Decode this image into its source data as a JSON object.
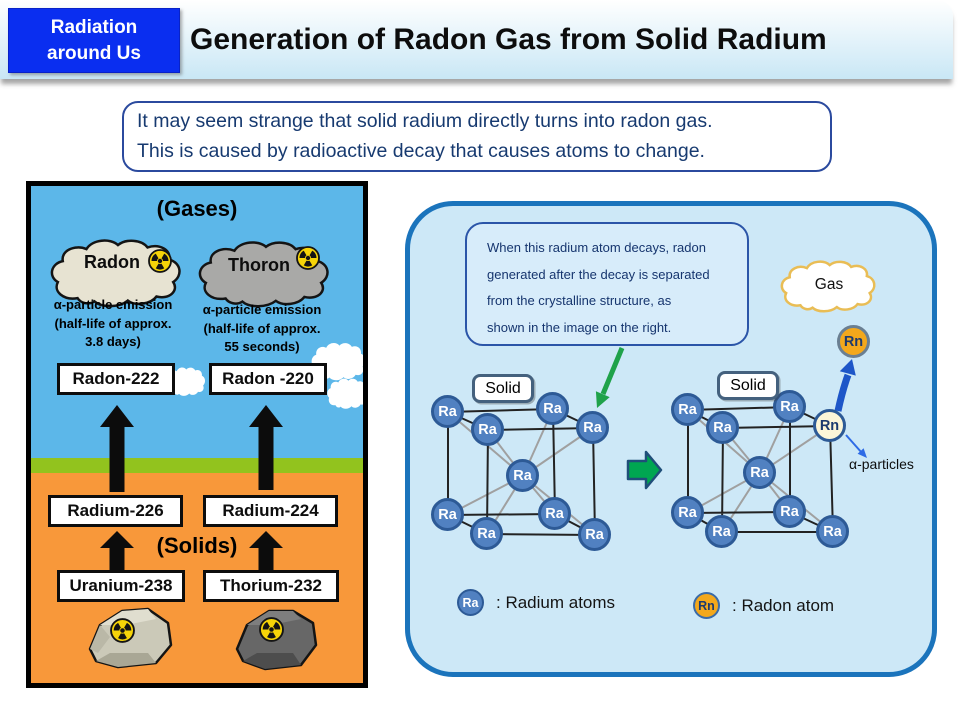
{
  "header": {
    "brand_line1": "Radiation",
    "brand_line2": "around Us",
    "title": "Generation of Radon Gas from Solid Radium"
  },
  "intro": {
    "line1": "It may seem strange that solid radium directly turns into radon gas.",
    "line2": "This is caused by radioactive decay that causes atoms to change."
  },
  "left_panel": {
    "gases_label": "(Gases)",
    "solids_label": "(Solids)",
    "radon": {
      "cloud_label": "Radon",
      "emission_lines": [
        "α-particle emission",
        "(half-life of approx.",
        "3.8 days)"
      ],
      "gas_isotope": "Radon-222",
      "radium_isotope": "Radium-226",
      "source_isotope": "Uranium-238"
    },
    "thoron": {
      "cloud_label": "Thoron",
      "emission_lines": [
        "α-particle emission",
        "(half-life of approx.",
        "55 seconds)"
      ],
      "gas_isotope": "Radon -220",
      "radium_isotope": "Radium-224",
      "source_isotope": "Thorium-232"
    }
  },
  "right_panel": {
    "callout_lines": [
      "When this radium atom decays, radon",
      "generated after the decay is separated",
      "from the crystalline structure, as",
      "shown in the image on the right."
    ],
    "gas_cloud_label": "Gas",
    "escaped_radon_label": "Rn",
    "solid_label_left": "Solid",
    "solid_label_right": "Solid",
    "alpha_particles_label": "α-particles",
    "lattice_left_atoms": [
      "Ra",
      "Ra",
      "Ra",
      "Ra",
      "Ra",
      "Ra",
      "Ra",
      "Ra",
      "Ra"
    ],
    "lattice_right_atoms": [
      "Ra",
      "Ra",
      "Ra",
      "Rn",
      "Ra",
      "Ra",
      "Ra",
      "Ra",
      "Ra"
    ],
    "legend": {
      "radium_symbol": "Ra",
      "radium_label": ": Radium atoms",
      "radon_symbol": "Rn",
      "radon_label": ": Radon atom"
    }
  },
  "colors": {
    "brand_blue": "#0a2ef0",
    "header_bar_blue": "#c9e7f5",
    "intro_text_navy": "#173a70",
    "sky_blue": "#5cb7e9",
    "grass_green": "#92c31e",
    "ground_orange": "#f8983a",
    "panel_border_blue": "#1b74bc",
    "panel_fill_blue": "#cde8f7",
    "atom_blue": "#5181c1",
    "radon_lattice_yellow": "#fdf6d8",
    "radon_gas_orange": "#f3a81c",
    "transition_green": "#00a651",
    "escape_arrow_blue": "#1e56c8",
    "radiation_yellow": "#f6d408"
  }
}
